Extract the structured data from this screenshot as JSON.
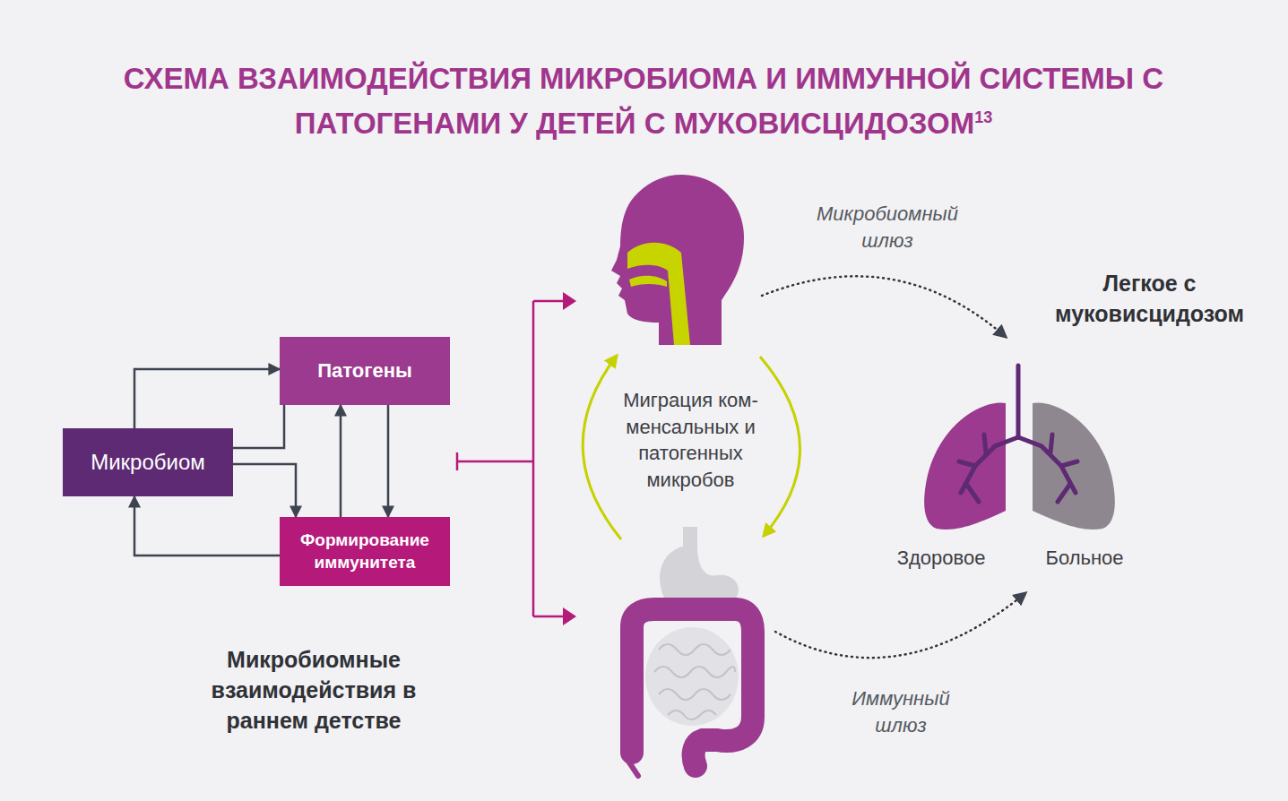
{
  "diagram": {
    "title": "СХЕМА ВЗАИМОДЕЙСТВИЯ МИКРОБИОМА И ИММУННОЙ СИСТЕМЫ С ПАТОГЕНАМИ У ДЕТЕЙ С МУКОВИСЦИДОЗОМ",
    "nodes": [
      {
        "text": [
          "Микробиом"
        ]
      },
      {
        "text": [
          "Патогены"
        ]
      },
      {
        "text": [
          "Формирование иммунитета"
        ]
      }
    ],
    "edges": [
      {
        "from": 0,
        "to": 1,
        "arrow": "to"
      },
      {
        "from": 0,
        "to": 2,
        "arrow": "to"
      },
      {
        "from": 1,
        "to": 0,
        "arrow": "none"
      },
      {
        "from": 1,
        "to": 2,
        "arrow": "to"
      },
      {
        "from": 2,
        "to": 1,
        "arrow": "to"
      },
      {
        "from": 2,
        "to": 0,
        "arrow": "to"
      }
    ],
    "labels": [
      "Микробиомный шлюз",
      "Легкое с муковисцидозом",
      "Миграция ком- менсальных и патогенных микробов",
      "Здоровое",
      "Больное",
      "Иммунный шлюз",
      "Микробиомные взаимодействия в раннем детстве",
      "13"
    ]
  }
}
